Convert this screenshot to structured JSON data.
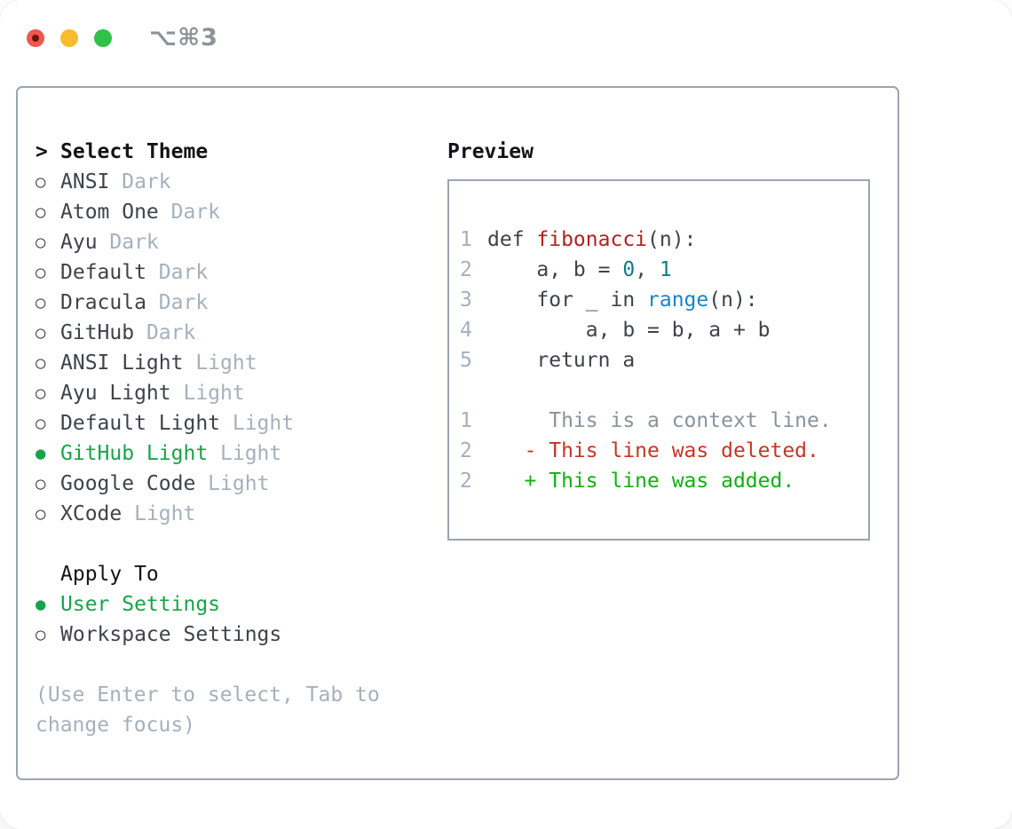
{
  "window": {
    "title": "⌥⌘3"
  },
  "theme_picker": {
    "cursor": ">",
    "header": "Select Theme",
    "items": [
      {
        "bullet": "○",
        "label": "ANSI",
        "variant": " Dark",
        "selected": false
      },
      {
        "bullet": "○",
        "label": "Atom One",
        "variant": " Dark",
        "selected": false
      },
      {
        "bullet": "○",
        "label": "Ayu",
        "variant": " Dark",
        "selected": false
      },
      {
        "bullet": "○",
        "label": "Default",
        "variant": " Dark",
        "selected": false
      },
      {
        "bullet": "○",
        "label": "Dracula",
        "variant": " Dark",
        "selected": false
      },
      {
        "bullet": "○",
        "label": "GitHub",
        "variant": " Dark",
        "selected": false
      },
      {
        "bullet": "○",
        "label": "ANSI Light",
        "variant": " Light",
        "selected": false
      },
      {
        "bullet": "○",
        "label": "Ayu Light",
        "variant": " Light",
        "selected": false
      },
      {
        "bullet": "○",
        "label": "Default Light",
        "variant": " Light",
        "selected": false
      },
      {
        "bullet": "●",
        "label": "GitHub Light",
        "variant": " Light",
        "selected": true
      },
      {
        "bullet": "○",
        "label": "Google Code",
        "variant": " Light",
        "selected": false
      },
      {
        "bullet": "○",
        "label": "XCode",
        "variant": " Light",
        "selected": false
      }
    ],
    "apply_to": {
      "header": "Apply To",
      "options": [
        {
          "bullet": "●",
          "label": "User Settings",
          "selected": true
        },
        {
          "bullet": "○",
          "label": "Workspace Settings",
          "selected": false
        }
      ]
    },
    "hint": "(Use Enter to select, Tab to change focus)"
  },
  "preview": {
    "header": "Preview",
    "code_lines": [
      {
        "num": "1",
        "segments": [
          {
            "text": "def ",
            "type": "plain"
          },
          {
            "text": "fibonacci",
            "type": "function"
          },
          {
            "text": "(n):",
            "type": "plain"
          }
        ]
      },
      {
        "num": "2",
        "segments": [
          {
            "text": "    a, b = ",
            "type": "plain"
          },
          {
            "text": "0",
            "type": "number"
          },
          {
            "text": ", ",
            "type": "plain"
          },
          {
            "text": "1",
            "type": "number"
          }
        ]
      },
      {
        "num": "3",
        "segments": [
          {
            "text": "    for _ in ",
            "type": "plain"
          },
          {
            "text": "range",
            "type": "builtin"
          },
          {
            "text": "(n):",
            "type": "plain"
          }
        ]
      },
      {
        "num": "4",
        "segments": [
          {
            "text": "        a, b = b, a + b",
            "type": "plain"
          }
        ]
      },
      {
        "num": "5",
        "segments": [
          {
            "text": "    return a",
            "type": "plain"
          }
        ]
      },
      {
        "num": "1",
        "segments": [
          {
            "text": "     This is a context line.",
            "type": "context"
          }
        ]
      },
      {
        "num": "2",
        "segments": [
          {
            "text": "   - This line was deleted.",
            "type": "deleted"
          }
        ]
      },
      {
        "num": "2",
        "segments": [
          {
            "text": "   + This line was added.",
            "type": "added"
          }
        ]
      }
    ]
  },
  "colors": {
    "accent-green": "#17a449",
    "border": "#9aa4b2",
    "text-dark": "#3e434b",
    "text-heading": "#121417",
    "text-muted": "#a6b0bc",
    "traffic-red": "#f2564d",
    "traffic-red-dot": "#70120b",
    "traffic-yellow": "#f7bb2e",
    "traffic-green": "#2fc148",
    "title-gray": "#8e939a",
    "syntax-function": "#b2211f",
    "syntax-number": "#0e7e85",
    "syntax-builtin": "#1a83c6",
    "diff-context": "#8a929b",
    "diff-deleted": "#c23825",
    "diff-added": "#12b012"
  }
}
